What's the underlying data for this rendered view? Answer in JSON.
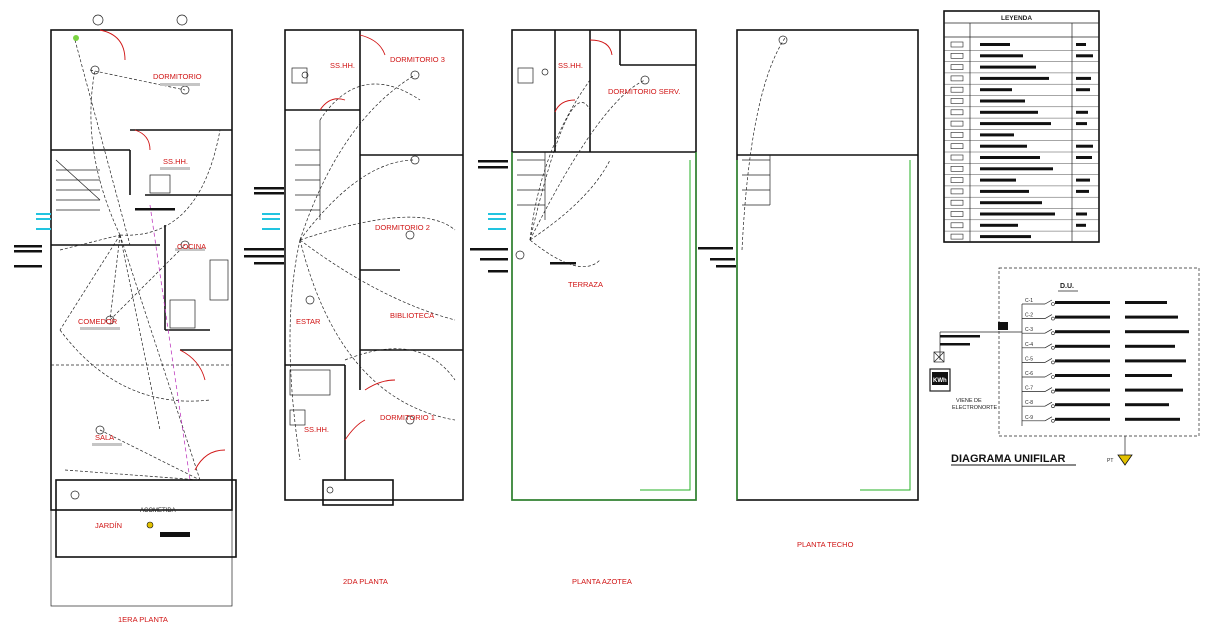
{
  "plans": {
    "first": {
      "label": "1ERA PLANTA",
      "rooms": {
        "dormitorio": "DORMITORIO",
        "sshh": "SS.HH.",
        "cocina": "COCINA",
        "comedor": "COMEDOR",
        "sala": "SALA",
        "jardin": "JARDÍN",
        "acometida": "ACOMETIDA"
      }
    },
    "second": {
      "label": "2DA PLANTA",
      "rooms": {
        "dorm3": "DORMITORIO 3",
        "dorm2": "DORMITORIO 2",
        "dorm1": "DORMITORIO 1",
        "biblioteca": "BIBLIOTECA",
        "estar": "ESTAR",
        "sshh_top": "SS.HH.",
        "sshh_bottom": "SS.HH."
      }
    },
    "azotea": {
      "label": "PLANTA AZOTEA",
      "rooms": {
        "sshh": "SS.HH.",
        "dorm_serv": "DORMITORIO SERV.",
        "terraza": "TERRAZA"
      }
    },
    "techo": {
      "label": "PLANTA TECHO"
    }
  },
  "legend": {
    "title": "LEYENDA"
  },
  "diagram": {
    "title": "DIAGRAMA UNIFILAR",
    "du_label": "D.U.",
    "viene_de": "VIENE DE",
    "source": "ELECTRONORTE",
    "kwh": "KWh",
    "pt": "PT",
    "circuits": [
      "C-1",
      "C-2",
      "C-3",
      "C-4",
      "C-5",
      "C-6",
      "C-7",
      "C-8",
      "C-9"
    ]
  },
  "colors": {
    "walls": "#111111",
    "labels": "#d01414",
    "roof_outline": "#26b226",
    "highlight": "#22c4e0"
  }
}
